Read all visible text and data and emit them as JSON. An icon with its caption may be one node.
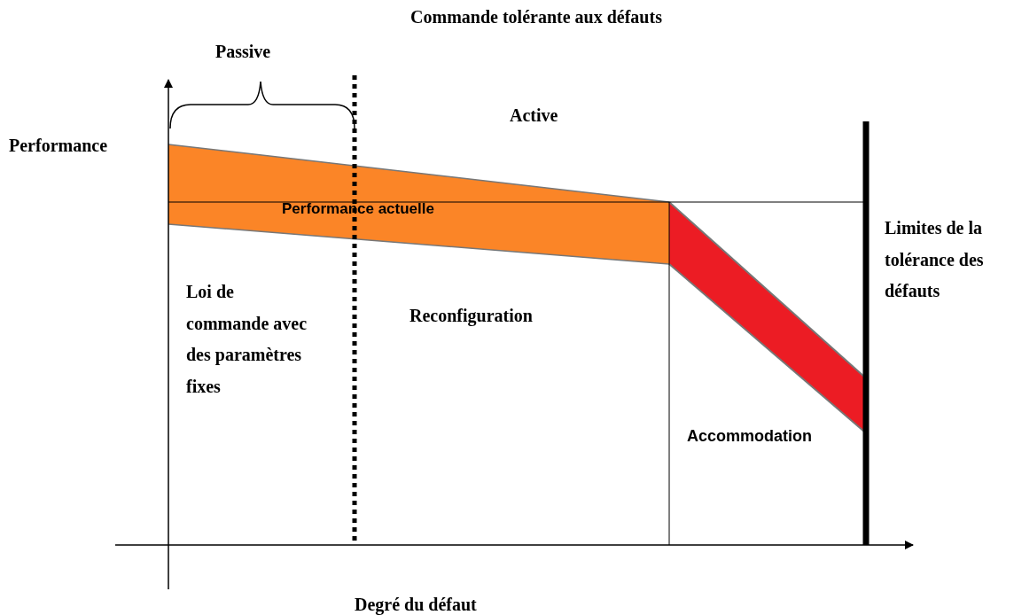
{
  "diagram": {
    "title": "Commande tolérante aux défauts",
    "labels": [
      "Passive",
      "Active",
      "Performance",
      "Performance actuelle",
      "Loi de commande avec des paramètres fixes",
      "Reconfiguration",
      "Accommodation",
      "Limites de la tolérance des défauts",
      "Degré du défaut"
    ]
  }
}
